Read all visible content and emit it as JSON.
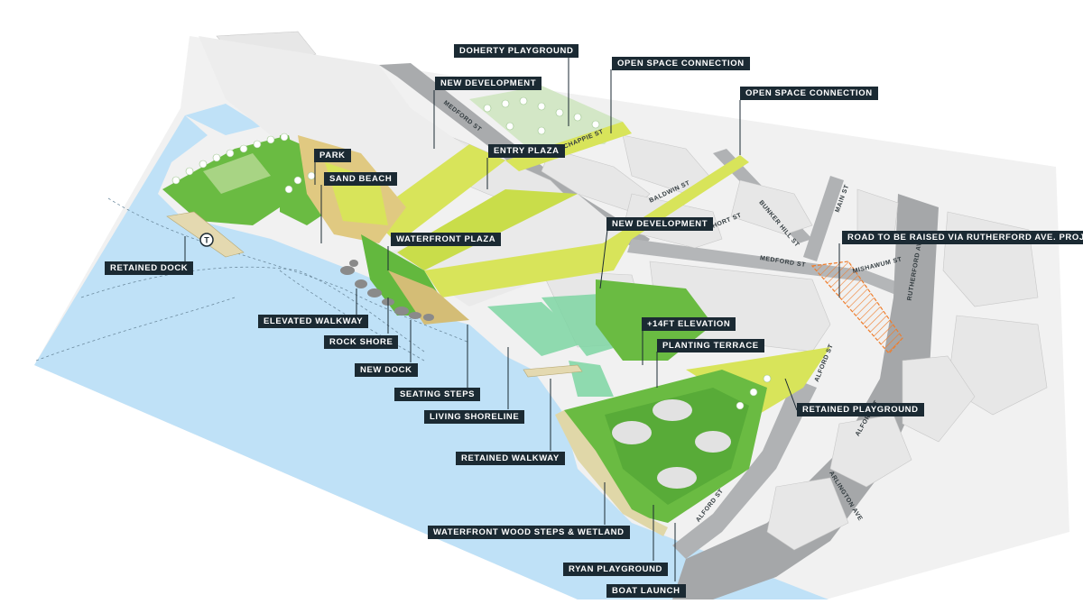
{
  "labels": {
    "doherty_playground": "DOHERTY PLAYGROUND",
    "open_space_connection_1": "OPEN SPACE CONNECTION",
    "open_space_connection_2": "OPEN SPACE CONNECTION",
    "new_development_1": "NEW DEVELOPMENT",
    "entry_plaza": "ENTRY PLAZA",
    "park": "PARK",
    "sand_beach": "SAND BEACH",
    "new_development_2": "NEW DEVELOPMENT",
    "waterfront_plaza": "WATERFRONT PLAZA",
    "road_raised": "ROAD TO BE RAISED VIA RUTHERFORD AVE. PROJECT",
    "retained_dock": "RETAINED DOCK",
    "elevated_walkway": "ELEVATED WALKWAY",
    "rock_shore": "ROCK SHORE",
    "new_dock": "NEW DOCK",
    "elevation": "+14FT ELEVATION",
    "planting_terrace": "PLANTING TERRACE",
    "seating_steps": "SEATING STEPS",
    "living_shoreline": "LIVING SHORELINE",
    "retained_playground": "RETAINED PLAYGROUND",
    "retained_walkway": "RETAINED WALKWAY",
    "wood_steps": "WATERFRONT WOOD STEPS & WETLAND",
    "ryan_playground": "RYAN PLAYGROUND",
    "boat_launch": "BOAT LAUNCH"
  },
  "streets": {
    "medford_1": "MEDFORD ST",
    "chappie": "CHAPPIE ST",
    "baldwin": "BALDWIN ST",
    "short": "SHORT ST",
    "bunker_hill": "BUNKER HILL ST",
    "main": "MAIN ST",
    "medford_2": "MEDFORD ST",
    "mishawum": "MISHAWUM ST",
    "rutherford": "RUTHERFORD AVE",
    "alford_1": "ALFORD ST",
    "alford_2": "ALFORD ST",
    "alford_3": "ALFORD ST",
    "arlington": "ARLINGTON AVE"
  },
  "transit_symbol": "T",
  "colors": {
    "water": "#bfe1f7",
    "grass": "#63b83e",
    "lime": "#d4e356",
    "sand": "#dcc889",
    "road": "#a9abad",
    "building": "#ebebeb",
    "label_bg": "#1b2a33",
    "orange": "#f08a3a"
  }
}
